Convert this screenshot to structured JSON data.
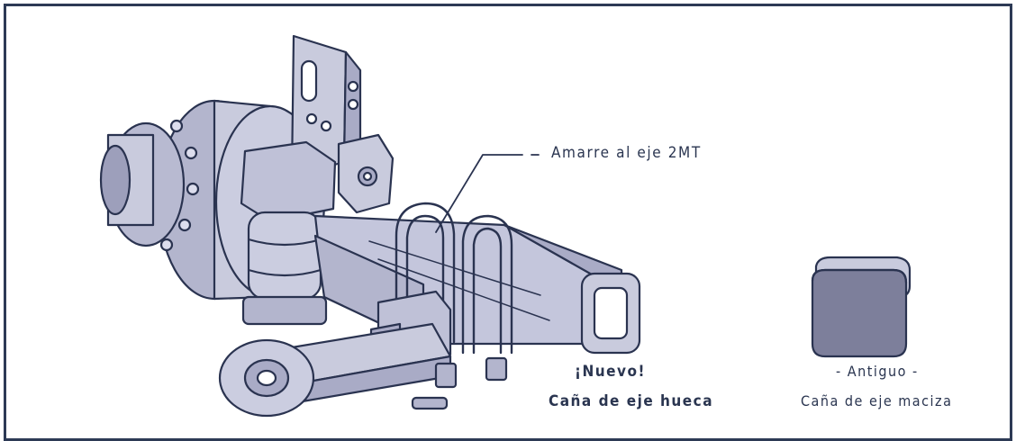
{
  "callout": {
    "label": "Amarre al eje 2MT"
  },
  "new_part": {
    "title": "¡Nuevo!",
    "subtitle": "Caña de eje hueca"
  },
  "old_part": {
    "title": "- Antiguo -",
    "subtitle": "Caña de eje maciza"
  },
  "colors": {
    "frame": "#2d3a55",
    "body": "#c9cbdd",
    "shadow": "#a9abc6",
    "outline": "#2a3350",
    "solid": "#7d7f9b"
  }
}
